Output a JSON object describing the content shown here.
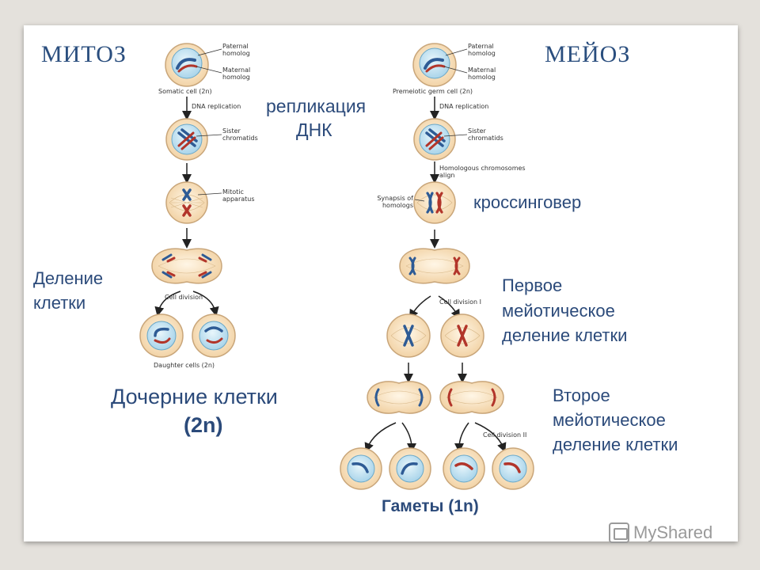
{
  "mitosis": {
    "title": "МИТОЗ",
    "labels": {
      "paternal": "Paternal homolog",
      "maternal": "Maternal homolog",
      "somatic": "Somatic cell (2n)",
      "replication": "DNA replication",
      "sister": "Sister chromatids",
      "mitotic": "Mitotic apparatus",
      "division": "Cell division",
      "daughter": "Daughter cells (2n)"
    },
    "ru_replication_1": "репликация",
    "ru_replication_2": "ДНК",
    "ru_division_1": "Деление",
    "ru_division_2": "клетки",
    "ru_daughter_1": "Дочерние клетки",
    "ru_daughter_2": "(2n)"
  },
  "meiosis": {
    "title": "МЕЙОЗ",
    "labels": {
      "paternal": "Paternal homolog",
      "maternal": "Maternal homolog",
      "premeiotic": "Premeiotic germ cell (2n)",
      "replication": "DNA replication",
      "sister": "Sister chromatids",
      "homologous": "Homologous chromosomes align",
      "synapsis": "Synapsis of homologs",
      "division1": "Cell division I",
      "division2": "Cell division II"
    },
    "ru_crossing": "кроссинговер",
    "ru_first_1": "Первое",
    "ru_first_2": "мейотическое",
    "ru_first_3": "деление клетки",
    "ru_second_1": "Второе",
    "ru_second_2": "мейотическое",
    "ru_second_3": "деление клетки",
    "ru_gametes": "Гаметы  (1n)"
  },
  "watermark": "MyShared",
  "colors": {
    "title": "#2a4e7e",
    "text": "#2b4a7a",
    "cell_fill": "#fbe9cf",
    "cell_border": "#c9a67a",
    "nucleus_fill": "#c9e6f3",
    "nucleus_border": "#6aa8c8",
    "paternal": "#2e5b95",
    "maternal": "#b2352a"
  }
}
